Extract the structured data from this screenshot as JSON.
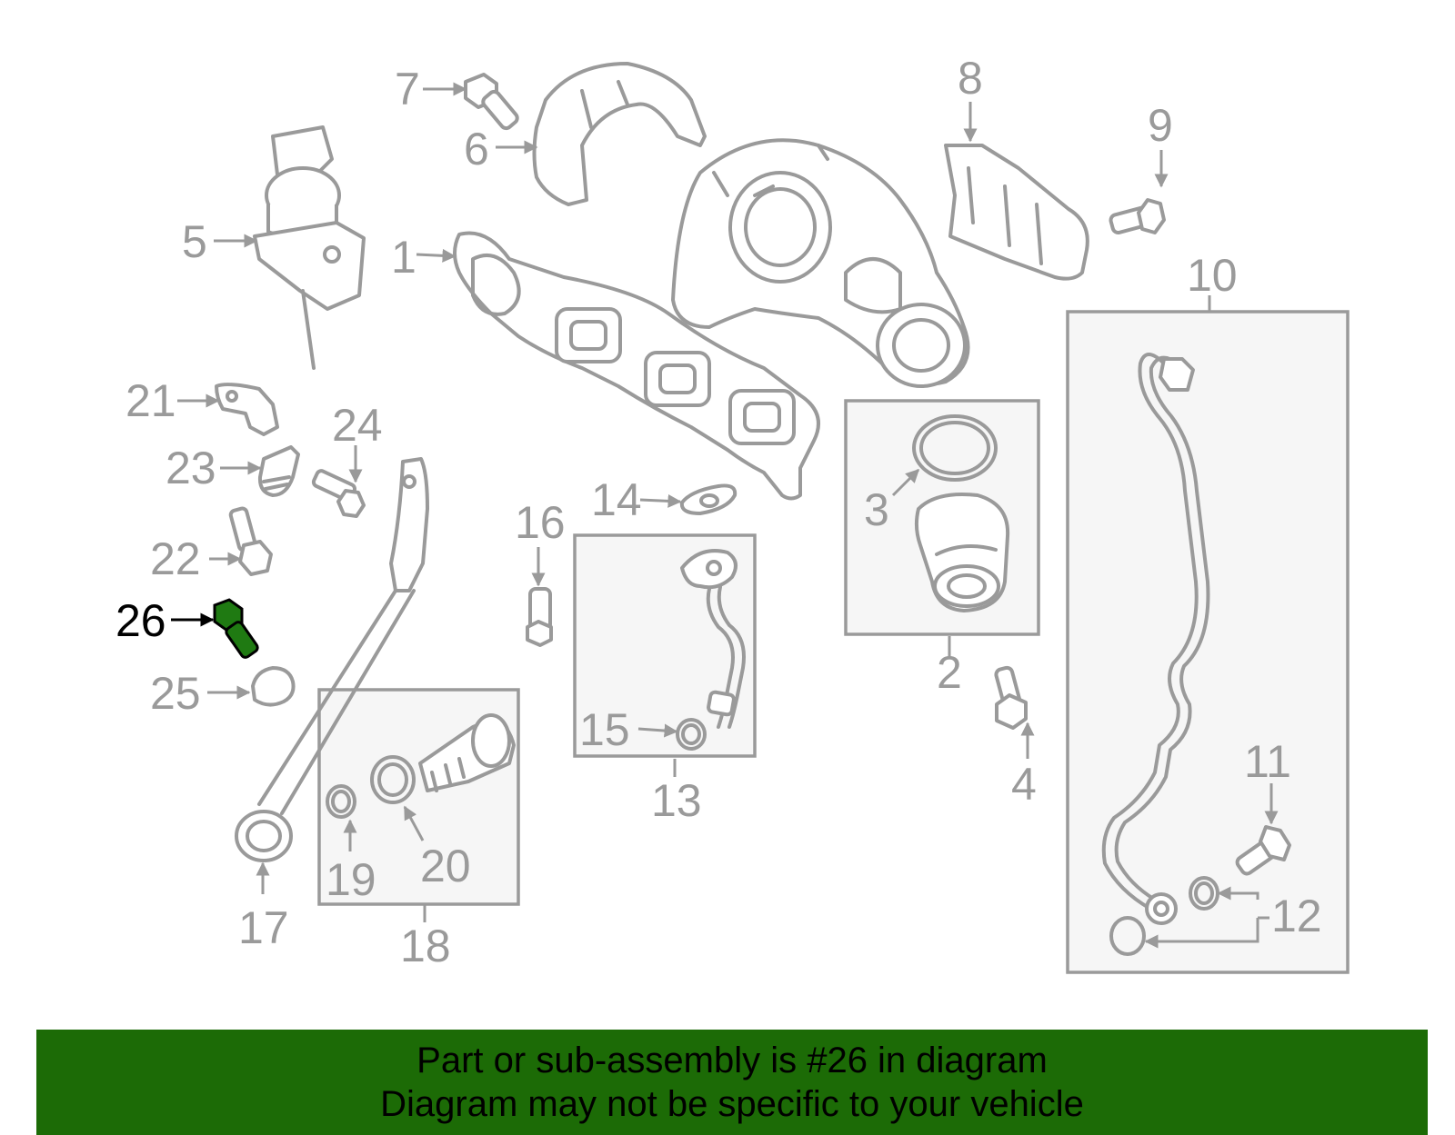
{
  "callouts": {
    "c1": "1",
    "c2": "2",
    "c3": "3",
    "c4": "4",
    "c5": "5",
    "c6": "6",
    "c7": "7",
    "c8": "8",
    "c9": "9",
    "c10": "10",
    "c11": "11",
    "c12": "12",
    "c13": "13",
    "c14": "14",
    "c15": "15",
    "c16": "16",
    "c17": "17",
    "c18": "18",
    "c19": "19",
    "c20": "20",
    "c21": "21",
    "c22": "22",
    "c23": "23",
    "c24": "24",
    "c25": "25",
    "c26": "26"
  },
  "highlighted_part": "26",
  "colors": {
    "highlight": "#1f7a12",
    "banner": "#1c6b06",
    "line": "#9a9a9a"
  },
  "caption": {
    "line1": "Part or sub-assembly is #26 in diagram",
    "line2": "Diagram may not be specific to your vehicle"
  }
}
